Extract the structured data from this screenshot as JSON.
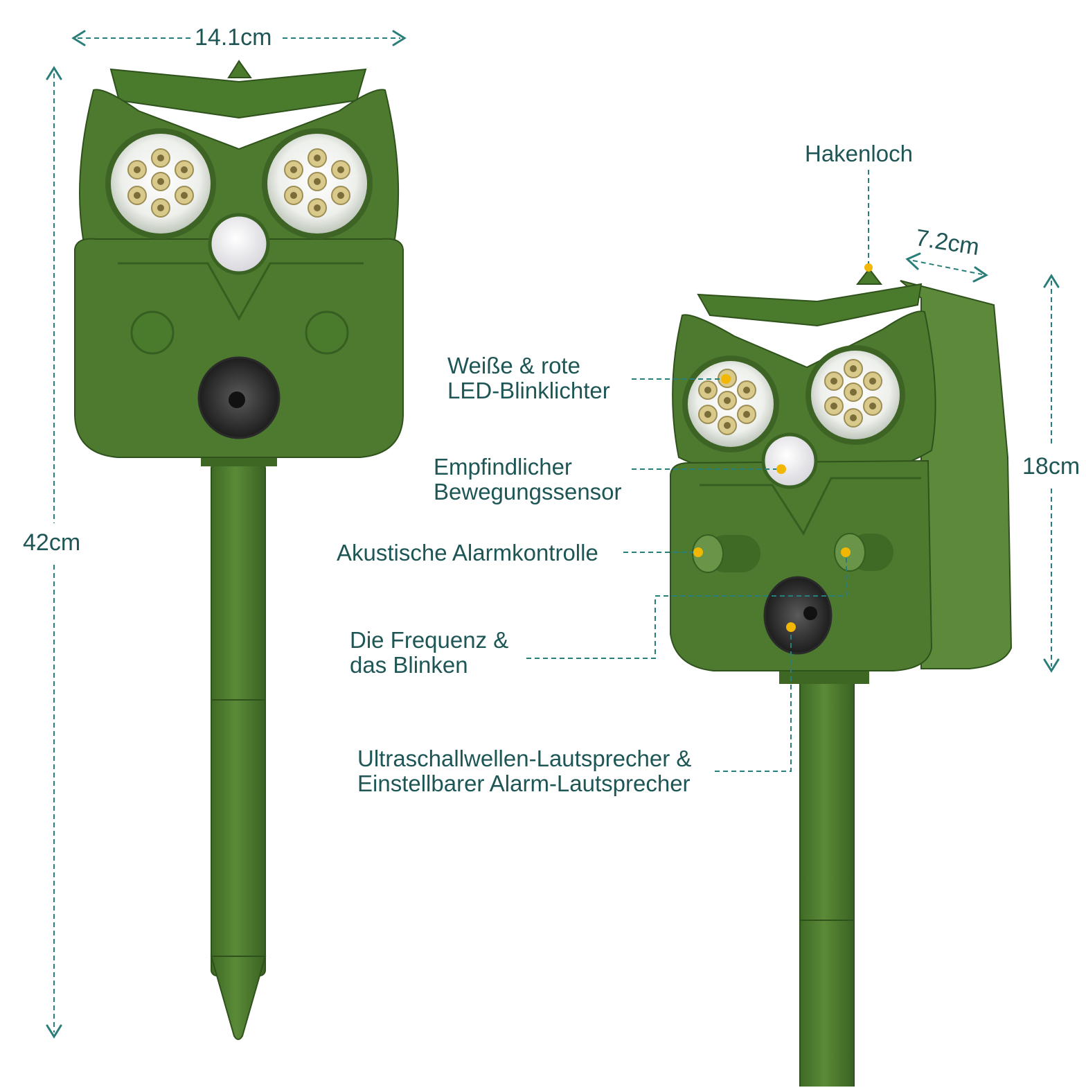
{
  "dimensions": {
    "width_front": "14.1cm",
    "height_total": "42cm",
    "depth": "7.2cm",
    "height_body": "18cm"
  },
  "callouts": {
    "hook_hole": "Hakenloch",
    "leds": [
      "Weiße & rote",
      "LED-Blinklichter"
    ],
    "motion_sensor": [
      "Empfindlicher",
      "Bewegungssensor"
    ],
    "alarm_control": "Akustische Alarmkontrolle",
    "frequency": [
      "Die Frequenz &",
      "das Blinken"
    ],
    "speaker": [
      "Ultraschallwellen-Lautsprecher &",
      "Einstellbarer Alarm-Lautsprecher"
    ]
  },
  "colors": {
    "body_green": "#4e7a2f",
    "body_dark": "#3d6424",
    "annotation_teal": "#2a7e7a",
    "marker_yellow": "#f2b705"
  }
}
